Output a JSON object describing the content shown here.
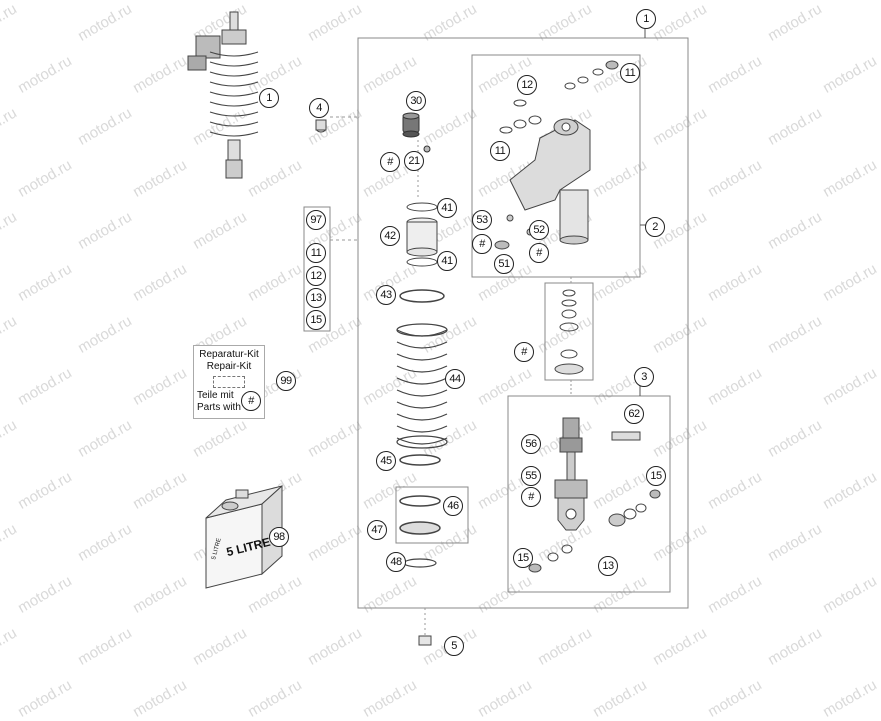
{
  "watermark": "motod.ru",
  "callouts": {
    "c1_top": "1",
    "c1_left": "1",
    "c2": "2",
    "c3": "3",
    "c4": "4",
    "c5": "5",
    "c11_a": "11",
    "c11_b": "11",
    "c11_kit": "11",
    "c12_a": "12",
    "c12_kit": "12",
    "c13_kit": "13",
    "c13_b": "13",
    "c15_kit": "15",
    "c15_a": "15",
    "c15_b": "15",
    "c21": "21",
    "c30": "30",
    "c41_a": "41",
    "c41_b": "41",
    "c42": "42",
    "c43": "43",
    "c44": "44",
    "c45": "45",
    "c46": "46",
    "c47": "47",
    "c48": "48",
    "c51": "51",
    "c52": "52",
    "c53": "53",
    "c55": "55",
    "c56": "56",
    "c62": "62",
    "c97": "97",
    "c98": "98",
    "c99": "99",
    "hash": "#"
  },
  "repair_kit": {
    "line1": "Reparatur-Kit",
    "line2": "Repair-Kit",
    "line3": "Teile mit",
    "line4": "Parts with"
  },
  "oil_can": {
    "label": "5 LITRE",
    "small_label": "5 LITRE"
  }
}
